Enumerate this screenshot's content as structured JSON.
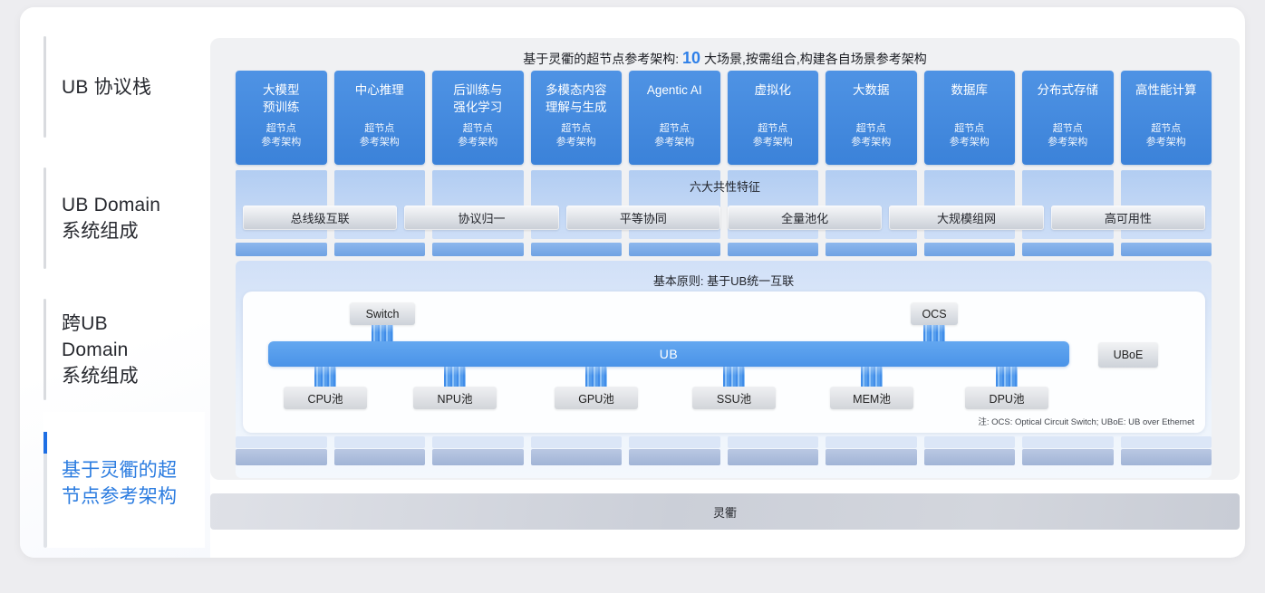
{
  "colors": {
    "accent_blue": "#2f80e8",
    "scenario_card_blue": "#3f86dc",
    "ub_bar_blue": "#4f97ea",
    "connector_bar_blue": "#7cabe7",
    "connector_bar_muted": "#aabdde",
    "band_blue": "#b6cff2",
    "panel_gray": "#f0f1f3",
    "footer_gray": "#d0d3db",
    "sidebar_active_blue": "#2b7ce0"
  },
  "sidebar": {
    "items": [
      {
        "lines": [
          "UB 协议栈"
        ],
        "active": false
      },
      {
        "lines": [
          "UB Domain",
          "系统组成"
        ],
        "active": false
      },
      {
        "lines": [
          "跨UB",
          "Domain",
          "系统组成"
        ],
        "active": false
      },
      {
        "lines": [
          "基于灵衢的超",
          "节点参考架构"
        ],
        "active": true
      }
    ]
  },
  "header": {
    "title_prefix": "基于灵衢的超节点参考架构: ",
    "title_highlight": "10",
    "title_suffix": " 大场景,按需组合,构建各自场景参考架构"
  },
  "scenarios": {
    "cards": [
      {
        "title_lines": [
          "大模型",
          "预训练"
        ],
        "subtitle_lines": [
          "超节点",
          "参考架构"
        ]
      },
      {
        "title_lines": [
          "中心推理"
        ],
        "subtitle_lines": [
          "超节点",
          "参考架构"
        ]
      },
      {
        "title_lines": [
          "后训练与",
          "强化学习"
        ],
        "subtitle_lines": [
          "超节点",
          "参考架构"
        ]
      },
      {
        "title_lines": [
          "多模态内容",
          "理解与生成"
        ],
        "subtitle_lines": [
          "超节点",
          "参考架构"
        ]
      },
      {
        "title_lines": [
          "Agentic AI"
        ],
        "subtitle_lines": [
          "超节点",
          "参考架构"
        ]
      },
      {
        "title_lines": [
          "虚拟化"
        ],
        "subtitle_lines": [
          "超节点",
          "参考架构"
        ]
      },
      {
        "title_lines": [
          "大数据"
        ],
        "subtitle_lines": [
          "超节点",
          "参考架构"
        ]
      },
      {
        "title_lines": [
          "数据库"
        ],
        "subtitle_lines": [
          "超节点",
          "参考架构"
        ]
      },
      {
        "title_lines": [
          "分布式存储"
        ],
        "subtitle_lines": [
          "超节点",
          "参考架构"
        ]
      },
      {
        "title_lines": [
          "高性能计算"
        ],
        "subtitle_lines": [
          "超节点",
          "参考架构"
        ]
      }
    ]
  },
  "features": {
    "title": "六大共性特征",
    "items": [
      "总线级互联",
      "协议归一",
      "平等协同",
      "全量池化",
      "大规模组网",
      "高可用性"
    ]
  },
  "principle": {
    "title": "基本原则: 基于UB统一互联"
  },
  "diagram": {
    "switch_label": "Switch",
    "ocs_label": "OCS",
    "ub_label": "UB",
    "uboe_label": "UBoE",
    "pools": [
      "CPU池",
      "NPU池",
      "GPU池",
      "SSU池",
      "MEM池",
      "DPU池"
    ],
    "note": "注: OCS: Optical Circuit Switch; UBoE: UB over Ethernet"
  },
  "footer": {
    "label": "灵衢"
  }
}
